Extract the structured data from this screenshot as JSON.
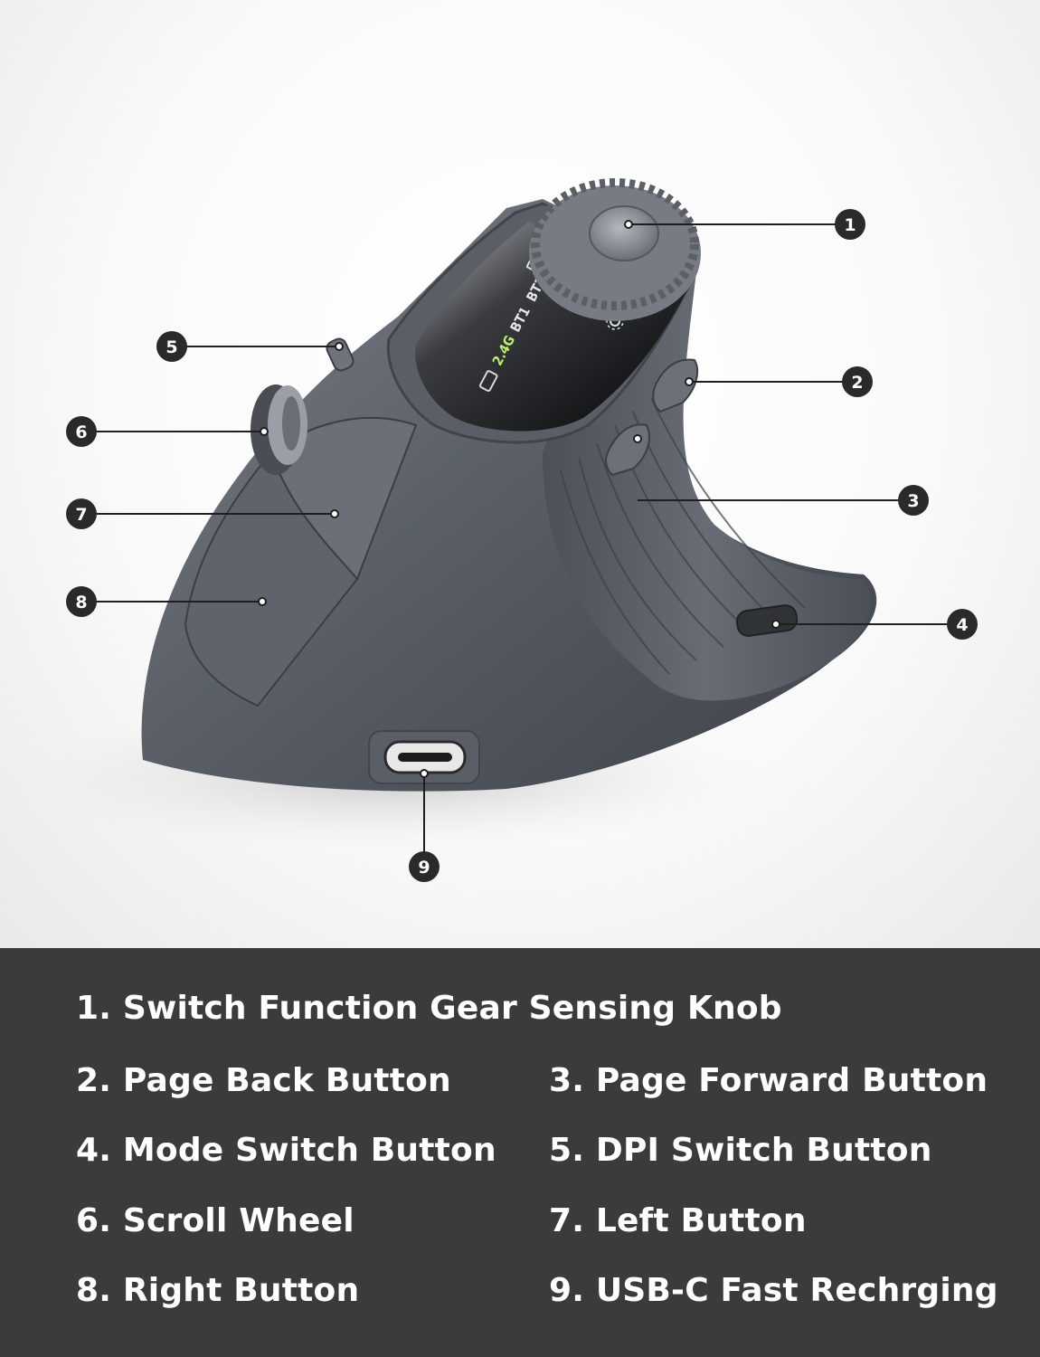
{
  "screen": {
    "battery_icon": "battery-icon",
    "modes": [
      "2.4G",
      "BT1",
      "BT2"
    ],
    "active_mode": "2.4G",
    "active_color": "#b8f36a",
    "icons": [
      "window-icon",
      "zoom-icon",
      "settings-icon"
    ]
  },
  "callouts": [
    "1",
    "2",
    "3",
    "4",
    "5",
    "6",
    "7",
    "8",
    "9"
  ],
  "legend": [
    "1. Switch Function Gear Sensing Knob",
    "2. Page Back Button",
    "3. Page Forward Button",
    "4. Mode Switch Button",
    "5. DPI Switch Button",
    "6. Scroll Wheel",
    "7. Left Button",
    "8. Right Button",
    "9. USB-C Fast Rechrging"
  ],
  "colors": {
    "panel_background": "#3b3b3d",
    "mouse_body": "#5d6169",
    "callout_badge": "#2a2a2a"
  }
}
